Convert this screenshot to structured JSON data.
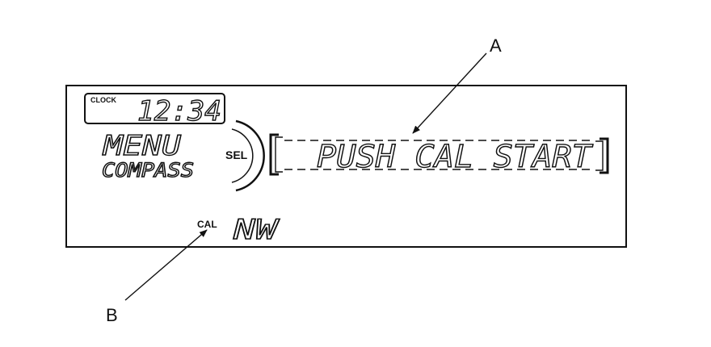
{
  "display": {
    "clock_label": "CLOCK",
    "clock_time": "12:34",
    "menu_text": "MENU",
    "compass_text": "COMPASS",
    "sel_label": "SEL",
    "message": "PUSH CAL START",
    "cal_label": "CAL",
    "heading": "NW"
  },
  "callouts": {
    "a": "A",
    "b": "B"
  },
  "colors": {
    "ink": "#111111",
    "background": "#ffffff"
  }
}
